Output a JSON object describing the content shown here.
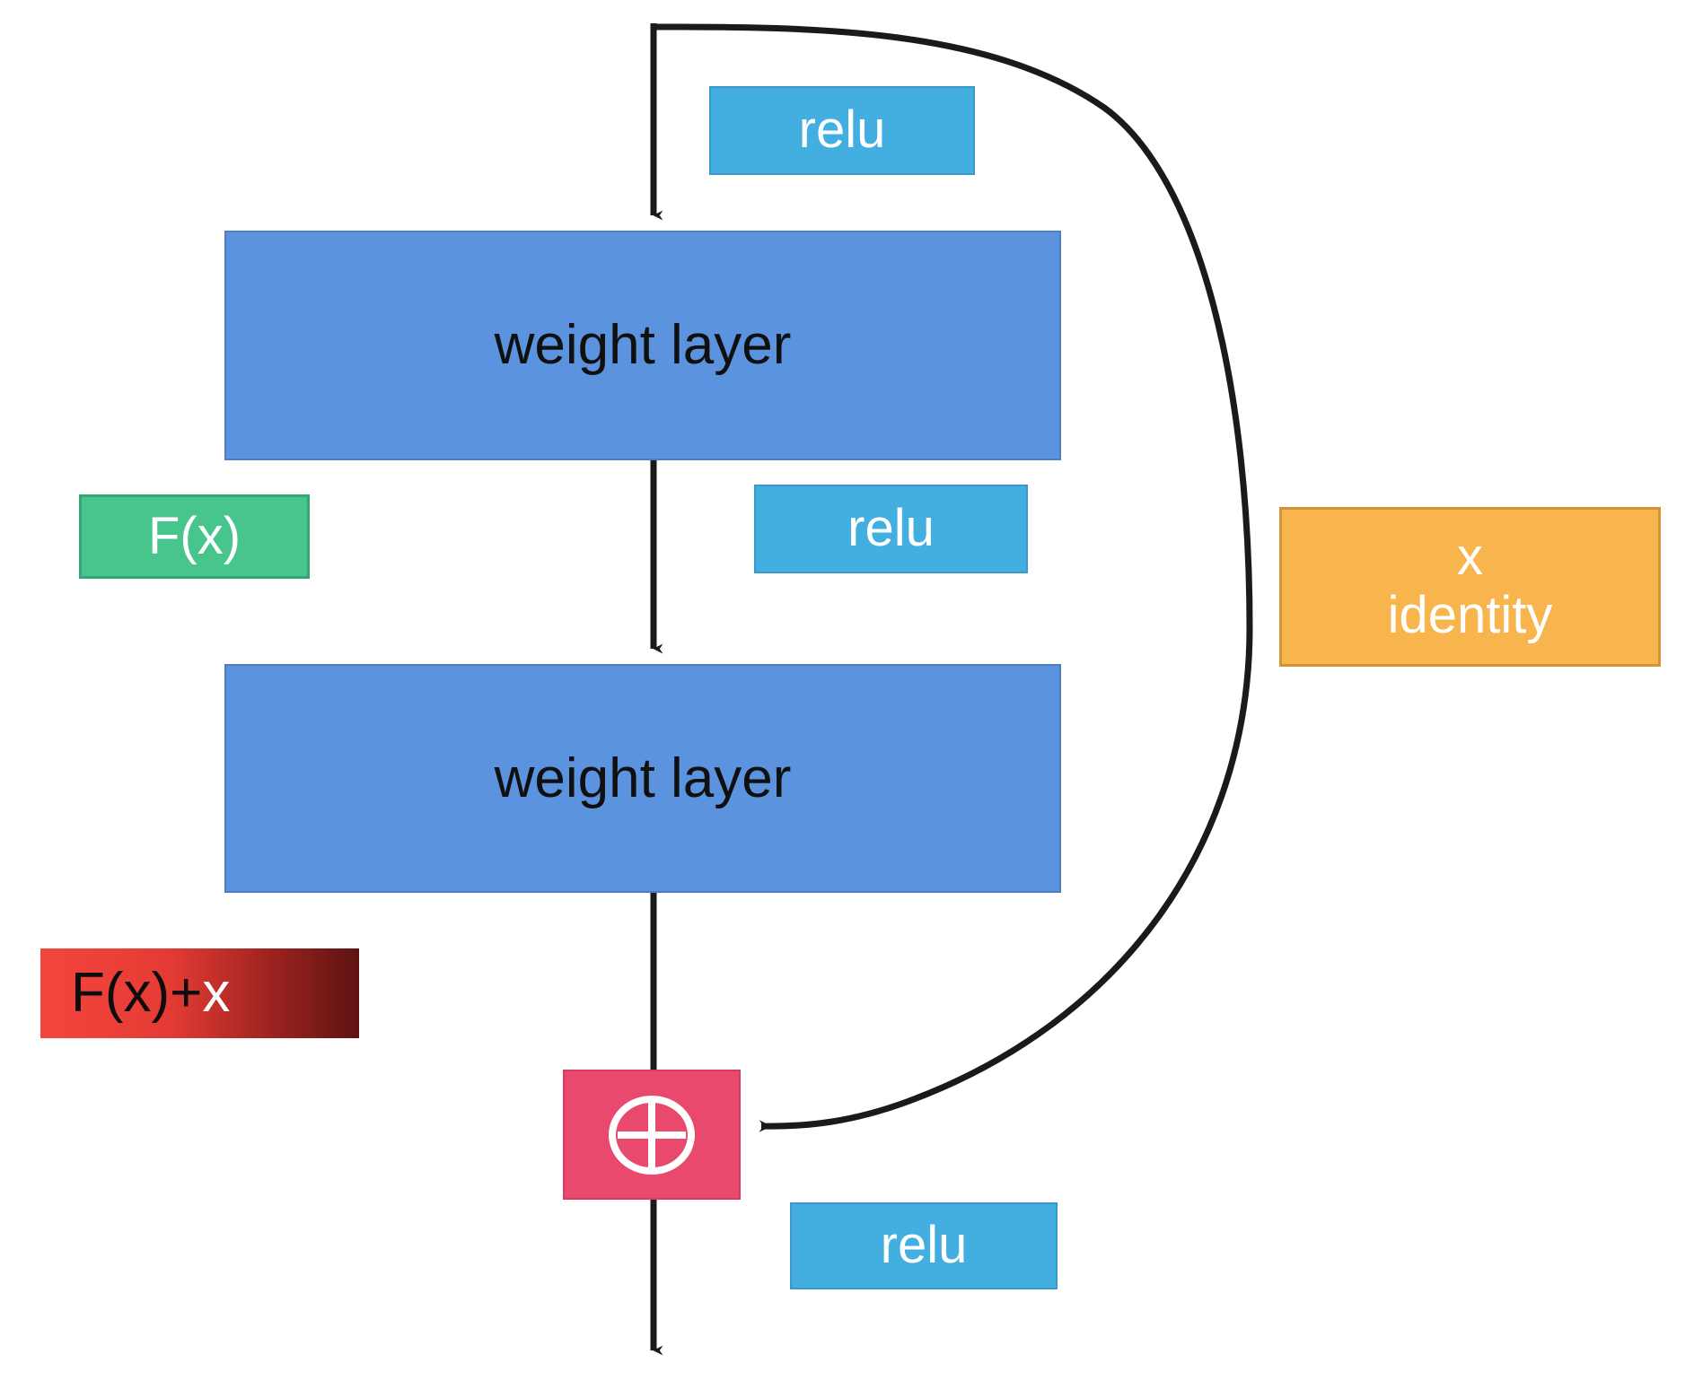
{
  "diagram": {
    "title": "residual-block",
    "nodes": {
      "relu_top": {
        "label": "relu",
        "icon": "relu-activation-tag"
      },
      "weight_layer_1": {
        "label": "weight layer"
      },
      "relu_mid": {
        "label": "relu"
      },
      "weight_layer_2": {
        "label": "weight layer"
      },
      "fx_tag": {
        "label": "F(x)"
      },
      "fxx_tag": {
        "label_main": "F(x)+",
        "label_tail": "x"
      },
      "identity_tag": {
        "line1": "x",
        "line2": "identity"
      },
      "add_node": {
        "label": "circled-plus",
        "icon": "plus-circle-icon"
      },
      "relu_bottom": {
        "label": "relu"
      }
    },
    "edges": [
      {
        "name": "input-to-weight1",
        "kind": "straight-arrow-down"
      },
      {
        "name": "weight1-to-weight2",
        "kind": "straight-arrow-down"
      },
      {
        "name": "weight2-to-add",
        "kind": "straight-line-down"
      },
      {
        "name": "add-to-output",
        "kind": "straight-arrow-down"
      },
      {
        "name": "skip-connection",
        "kind": "curved-arrow"
      }
    ],
    "colors": {
      "weight_block_fill": "#5B93DE",
      "weight_block_border": "#4C7EC4",
      "relu_fill": "#43AEE0",
      "relu_border": "#3A99C6",
      "fx_fill": "#47C58D",
      "fx_border": "#34A676",
      "fxx_gradient_start": "#F2453E",
      "fxx_gradient_end": "#5E1312",
      "identity_fill": "#F8B54E",
      "identity_border": "#D39435",
      "add_fill": "#E8496D",
      "add_border": "#D63D60",
      "edge_stroke": "#1A1A1A",
      "background": "#FFFFFF"
    }
  }
}
